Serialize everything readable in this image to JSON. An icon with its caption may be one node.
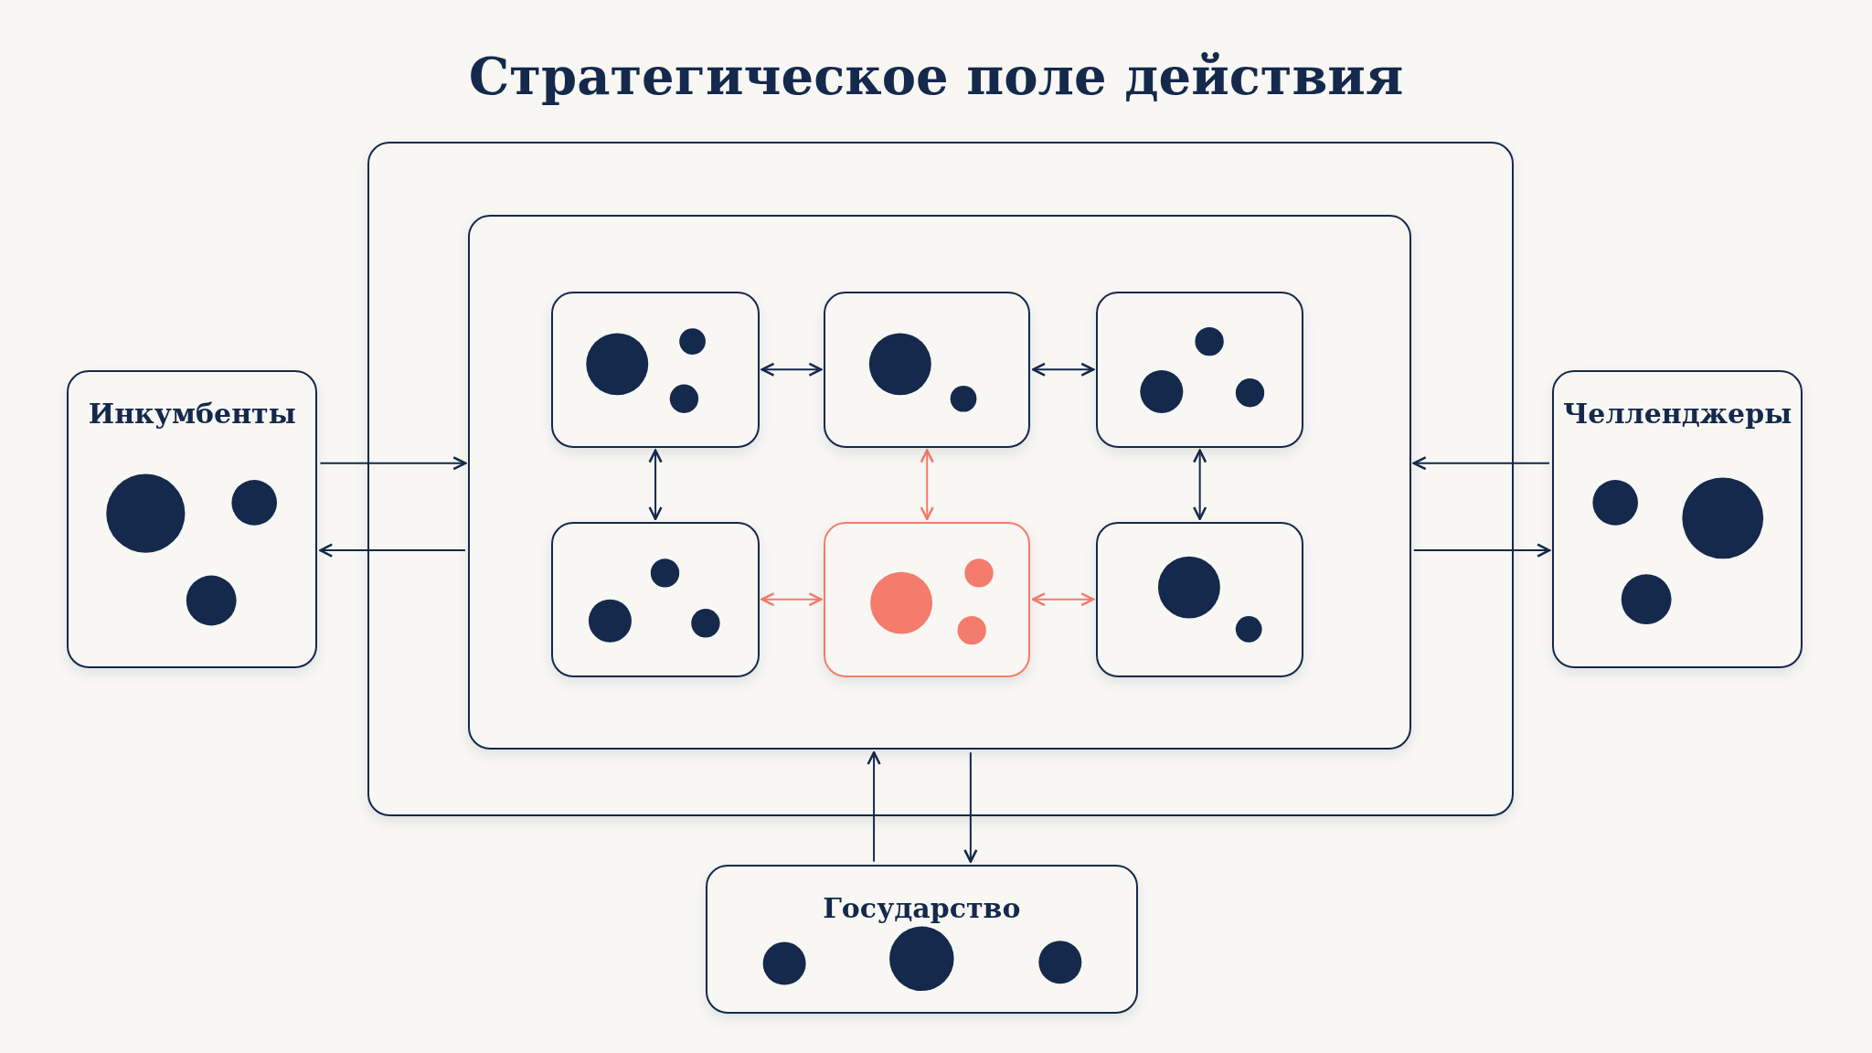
{
  "diagram": {
    "title": "Стратегическое поле действия",
    "nodes": [
      {
        "text": [
          "Инкумбенты"
        ]
      },
      {
        "text": [
          "Челленджеры"
        ]
      },
      {
        "text": [],
        "shape": "box"
      },
      {
        "text": [],
        "shape": "box",
        "in": 2
      },
      {
        "text": [],
        "shape": "box",
        "in": 3
      },
      {
        "text": [],
        "shape": "box",
        "in": 3
      },
      {
        "text": [],
        "shape": "box",
        "in": 3
      },
      {
        "text": [],
        "shape": "box",
        "in": 3
      },
      {
        "text": [],
        "shape": "box",
        "in": 3
      },
      {
        "text": [],
        "shape": "box",
        "in": 3
      },
      {
        "text": [
          "Государство"
        ]
      }
    ],
    "edges": [
      {
        "from": 0,
        "to": 3,
        "arrow": "to"
      },
      {
        "from": 3,
        "to": 0,
        "arrow": "to"
      },
      {
        "from": 1,
        "to": 3,
        "arrow": "to"
      },
      {
        "from": 3,
        "to": 1,
        "arrow": "to"
      },
      {
        "from": 10,
        "to": 3,
        "arrow": "to"
      },
      {
        "from": 3,
        "to": 10,
        "arrow": "to"
      },
      {
        "from": 4,
        "to": 5,
        "arrow": "both"
      },
      {
        "from": 5,
        "to": 6,
        "arrow": "both"
      },
      {
        "from": 4,
        "to": 7,
        "arrow": "both"
      },
      {
        "from": 5,
        "to": 8,
        "arrow": "both",
        "color": "#f47c6c"
      },
      {
        "from": 6,
        "to": 9,
        "arrow": "both"
      },
      {
        "from": 7,
        "to": 8,
        "arrow": "both",
        "color": "#f47c6c"
      },
      {
        "from": 8,
        "to": 9,
        "arrow": "both",
        "color": "#f47c6c"
      }
    ]
  }
}
